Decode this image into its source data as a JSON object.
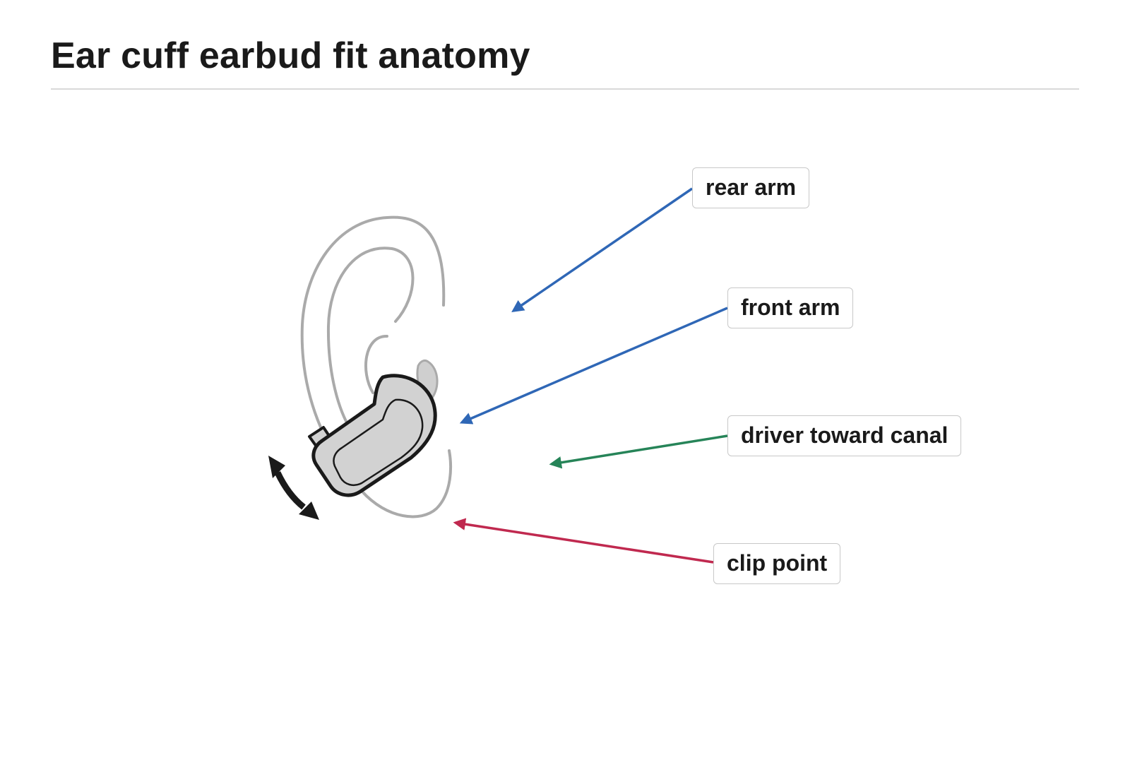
{
  "header": {
    "title": "Ear cuff earbud fit anatomy"
  },
  "callouts": {
    "rear_arm": "rear arm",
    "front_arm": "front arm",
    "driver": "driver toward canal",
    "clip_point": "clip point"
  },
  "colors": {
    "arm_arrow": "#2f67b6",
    "driver_arrow": "#268458",
    "clip_arrow": "#c0294f",
    "ear_outline": "#aaaaaa",
    "earbud_fill": "#d2d2d2",
    "earbud_outline": "#1a1a1a"
  },
  "icons": {
    "adjust_arrow": "double-headed-curved-arrow-icon"
  }
}
